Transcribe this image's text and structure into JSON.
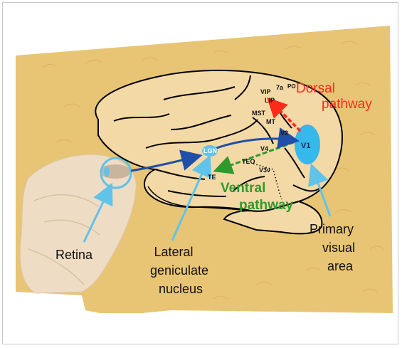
{
  "labels": {
    "dorsal_line1": "Dorsal",
    "dorsal_line2": "pathway",
    "ventral_line1": "Ventral",
    "ventral_line2": "pathway",
    "retina": "Retina",
    "lgn_line1": "Lateral",
    "lgn_line2": "geniculate",
    "lgn_line3": "nucleus",
    "v1area_line1": "Primary",
    "v1area_line2": "visual",
    "v1area_line3": "area"
  },
  "areas": {
    "vip": "VIP",
    "seven_a": "7a",
    "po": "PO",
    "lip": "LIP",
    "mst": "MST",
    "mt": "MT",
    "v2": "V2",
    "v1": "V1",
    "lgn": "LGN",
    "v4": "V4",
    "teo": "TEO",
    "v3v": "V3v",
    "te": "TE"
  },
  "colors": {
    "fur": "#e8c575",
    "brain": "#f3d9a6",
    "skin": "#efdcc4",
    "dorsal": "#ff2a1a",
    "ventral": "#2e9a2e",
    "pathway_arrow": "#1f4fa8",
    "pointer": "#5fc3ea",
    "v1_fill": "#35b8ec"
  }
}
